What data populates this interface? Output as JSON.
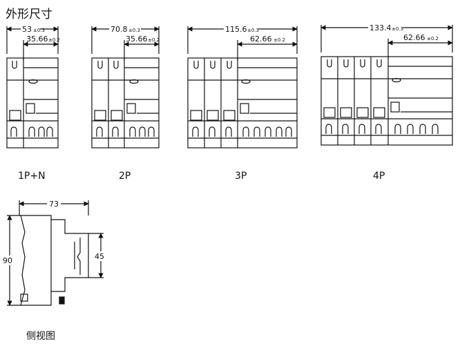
{
  "title": "外形尺寸",
  "views": [
    {
      "label": "1P+N",
      "width_dim": "53",
      "width_tol": "±0.3",
      "sub_dim": "35.66",
      "sub_tol": "±0.2"
    },
    {
      "label": "2P",
      "width_dim": "70.8",
      "width_tol": "±0.3",
      "sub_dim": "35.66",
      "sub_tol": "±0.2"
    },
    {
      "label": "3P",
      "width_dim": "115.6",
      "width_tol": "±0.3",
      "sub_dim": "62.66",
      "sub_tol": "±0.2"
    },
    {
      "label": "4P",
      "width_dim": "133.4",
      "width_tol": "±0.3",
      "sub_dim": "62.66",
      "sub_tol": "±0.2"
    }
  ],
  "side_view": {
    "label": "侧视图",
    "width_dim": "73",
    "height_dim": "90",
    "depth_dim": "45"
  }
}
